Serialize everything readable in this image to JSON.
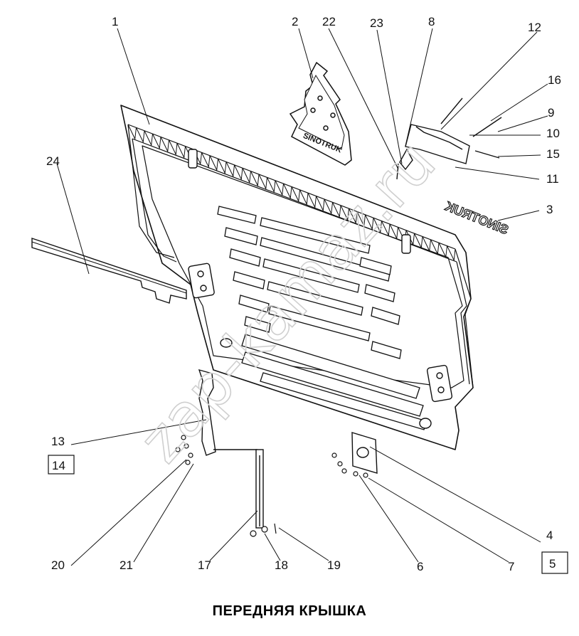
{
  "title": "ПЕРЕДНЯЯ КРЫШКА",
  "watermark": "zap-kamaz.ru",
  "badge_text": "SINOTRUK",
  "callouts": [
    "1",
    "2",
    "22",
    "23",
    "8",
    "12",
    "16",
    "9",
    "10",
    "15",
    "11",
    "3",
    "24",
    "13",
    "14",
    "4",
    "5",
    "20",
    "21",
    "17",
    "18",
    "19",
    "6",
    "7"
  ],
  "boxed_callouts": [
    "14",
    "5"
  ],
  "colors": {
    "ink": "#111111",
    "watermark": "#cfcfcf",
    "background": "#ffffff"
  }
}
